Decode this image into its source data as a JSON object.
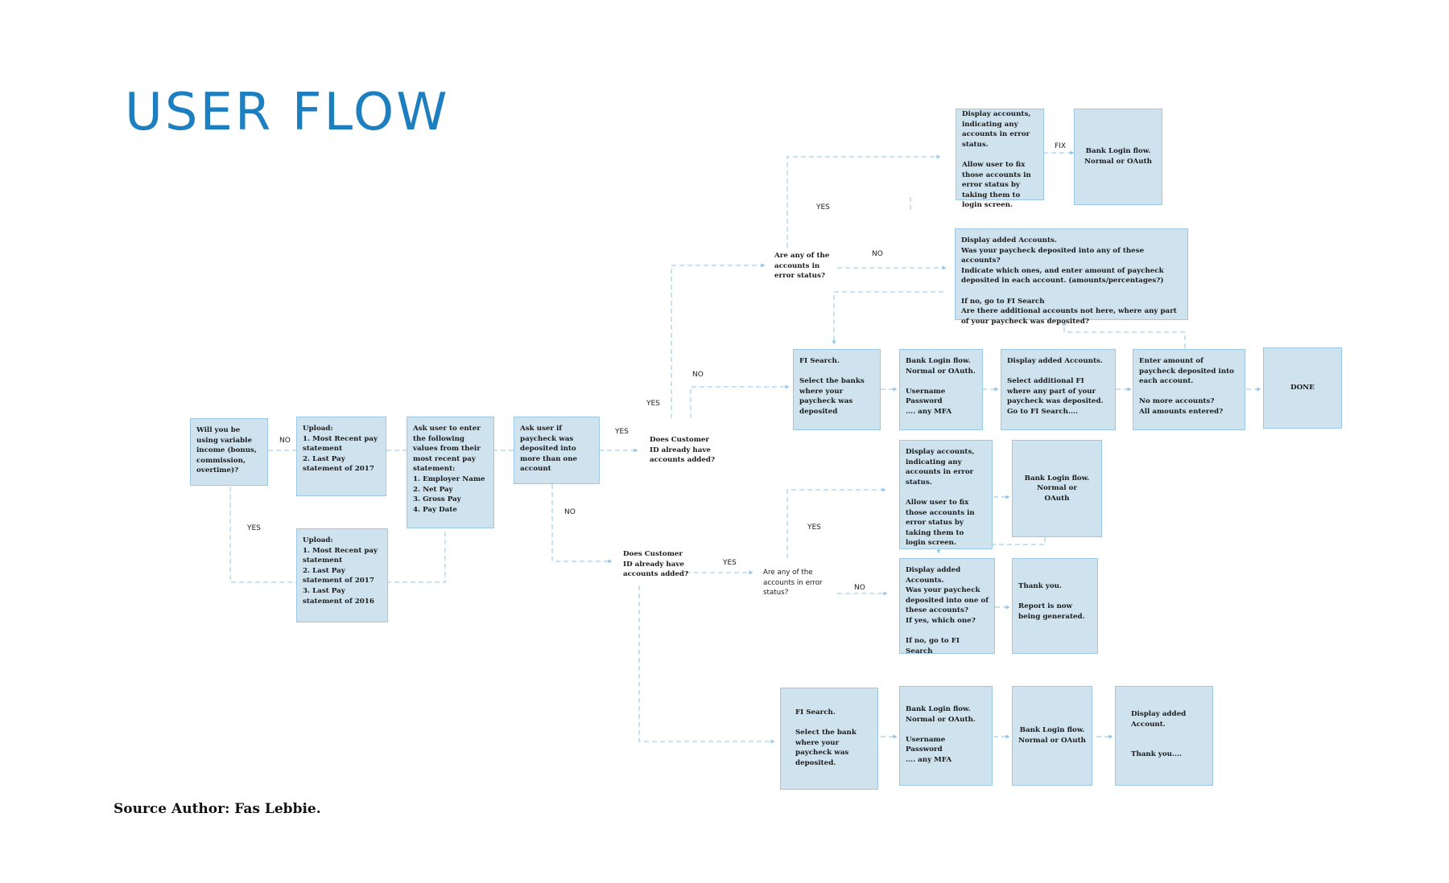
{
  "title": "USER FLOW",
  "source": "Source Author: Fas Lebbie.",
  "colors": {
    "title": "#1d7fbf",
    "box_fill": "#cfe3ef",
    "box_border": "#9cc8e3",
    "connector": "#8fc6ea"
  },
  "boxes": {
    "variable_income": "Will you be using variable income (bonus, commission, overtime)?",
    "upload_two": "Upload:\n1. Most Recent pay statement\n2. Last Pay statement of 2017",
    "upload_three": "Upload:\n1. Most Recent pay statement\n2. Last Pay statement of 2017\n3. Last Pay statement of 2016",
    "enter_values": "Ask user to enter the following values from their most recent pay statement:\n1. Employer Name\n2. Net Pay\n3. Gross Pay\n4. Pay Date",
    "ask_multiple": "Ask user if paycheck was deposited into more than one account",
    "display_error_top": "Display accounts, indicating any accounts in error status.\n\nAllow user to fix those accounts in error status by taking them to login screen.",
    "bank_login_top": "Bank Login flow.\nNormal or OAuth",
    "display_added_top": "Display added Accounts.\nWas your paycheck deposited into any of these accounts?\nIndicate which ones, and enter amount of paycheck deposited in each account. (amounts/percentages?)\n\nIf no, go to FI Search\nAre there additional accounts not here, where any part of your paycheck was deposited?",
    "fi_search_mid": "FI Search.\n\nSelect the banks where your paycheck was deposited",
    "bank_login_mid": "Bank Login flow.\nNormal or OAuth.\n\nUsername\nPassword\n.... any MFA",
    "display_added_mid": "Display added Accounts.\n\nSelect additional FI where any part of your paycheck was deposited.\nGo to FI Search....",
    "enter_amount": "Enter amount of paycheck deposited into each account.\n\nNo more accounts?\nAll amounts entered?",
    "done": "DONE",
    "display_error_low": "Display accounts, indicating any accounts in error status.\n\nAllow user to fix those accounts in error status by taking them to login screen.",
    "bank_login_low": "Bank Login flow.\nNormal or\nOAuth",
    "display_added_low": "Display added Accounts.\nWas your paycheck deposited into one of these accounts?\nIf yes, which one?\n\nIf no, go to FI Search",
    "thank_you_report": "Thank you.\n\nReport is now being generated.",
    "fi_search_bottom": "FI Search.\n\nSelect the bank where your paycheck was deposited.",
    "bank_login_bottom1": "Bank Login flow.\nNormal or OAuth.\n\nUsername\nPassword\n.... any MFA",
    "bank_login_bottom2": "Bank Login flow.\nNormal or OAuth",
    "display_added_bottom": "Display added Account.\n\n\nThank you...."
  },
  "decisions": {
    "customer_id_top": "Does Customer ID already have accounts added?",
    "error_status_top": "Are any of the accounts in error status?",
    "customer_id_low": "Does Customer ID already have accounts added?",
    "error_status_low": "Are any of the accounts in error status?"
  },
  "labels": {
    "no_income": "NO",
    "yes_income": "YES",
    "yes_multiple": "YES",
    "no_multiple": "NO",
    "yes_customer_top": "YES",
    "no_customer_top": "NO",
    "yes_error_top": "YES",
    "no_error_top": "NO",
    "fix": "FIX",
    "yes_customer_low": "YES",
    "yes_error_low": "YES",
    "no_error_low": "NO"
  }
}
